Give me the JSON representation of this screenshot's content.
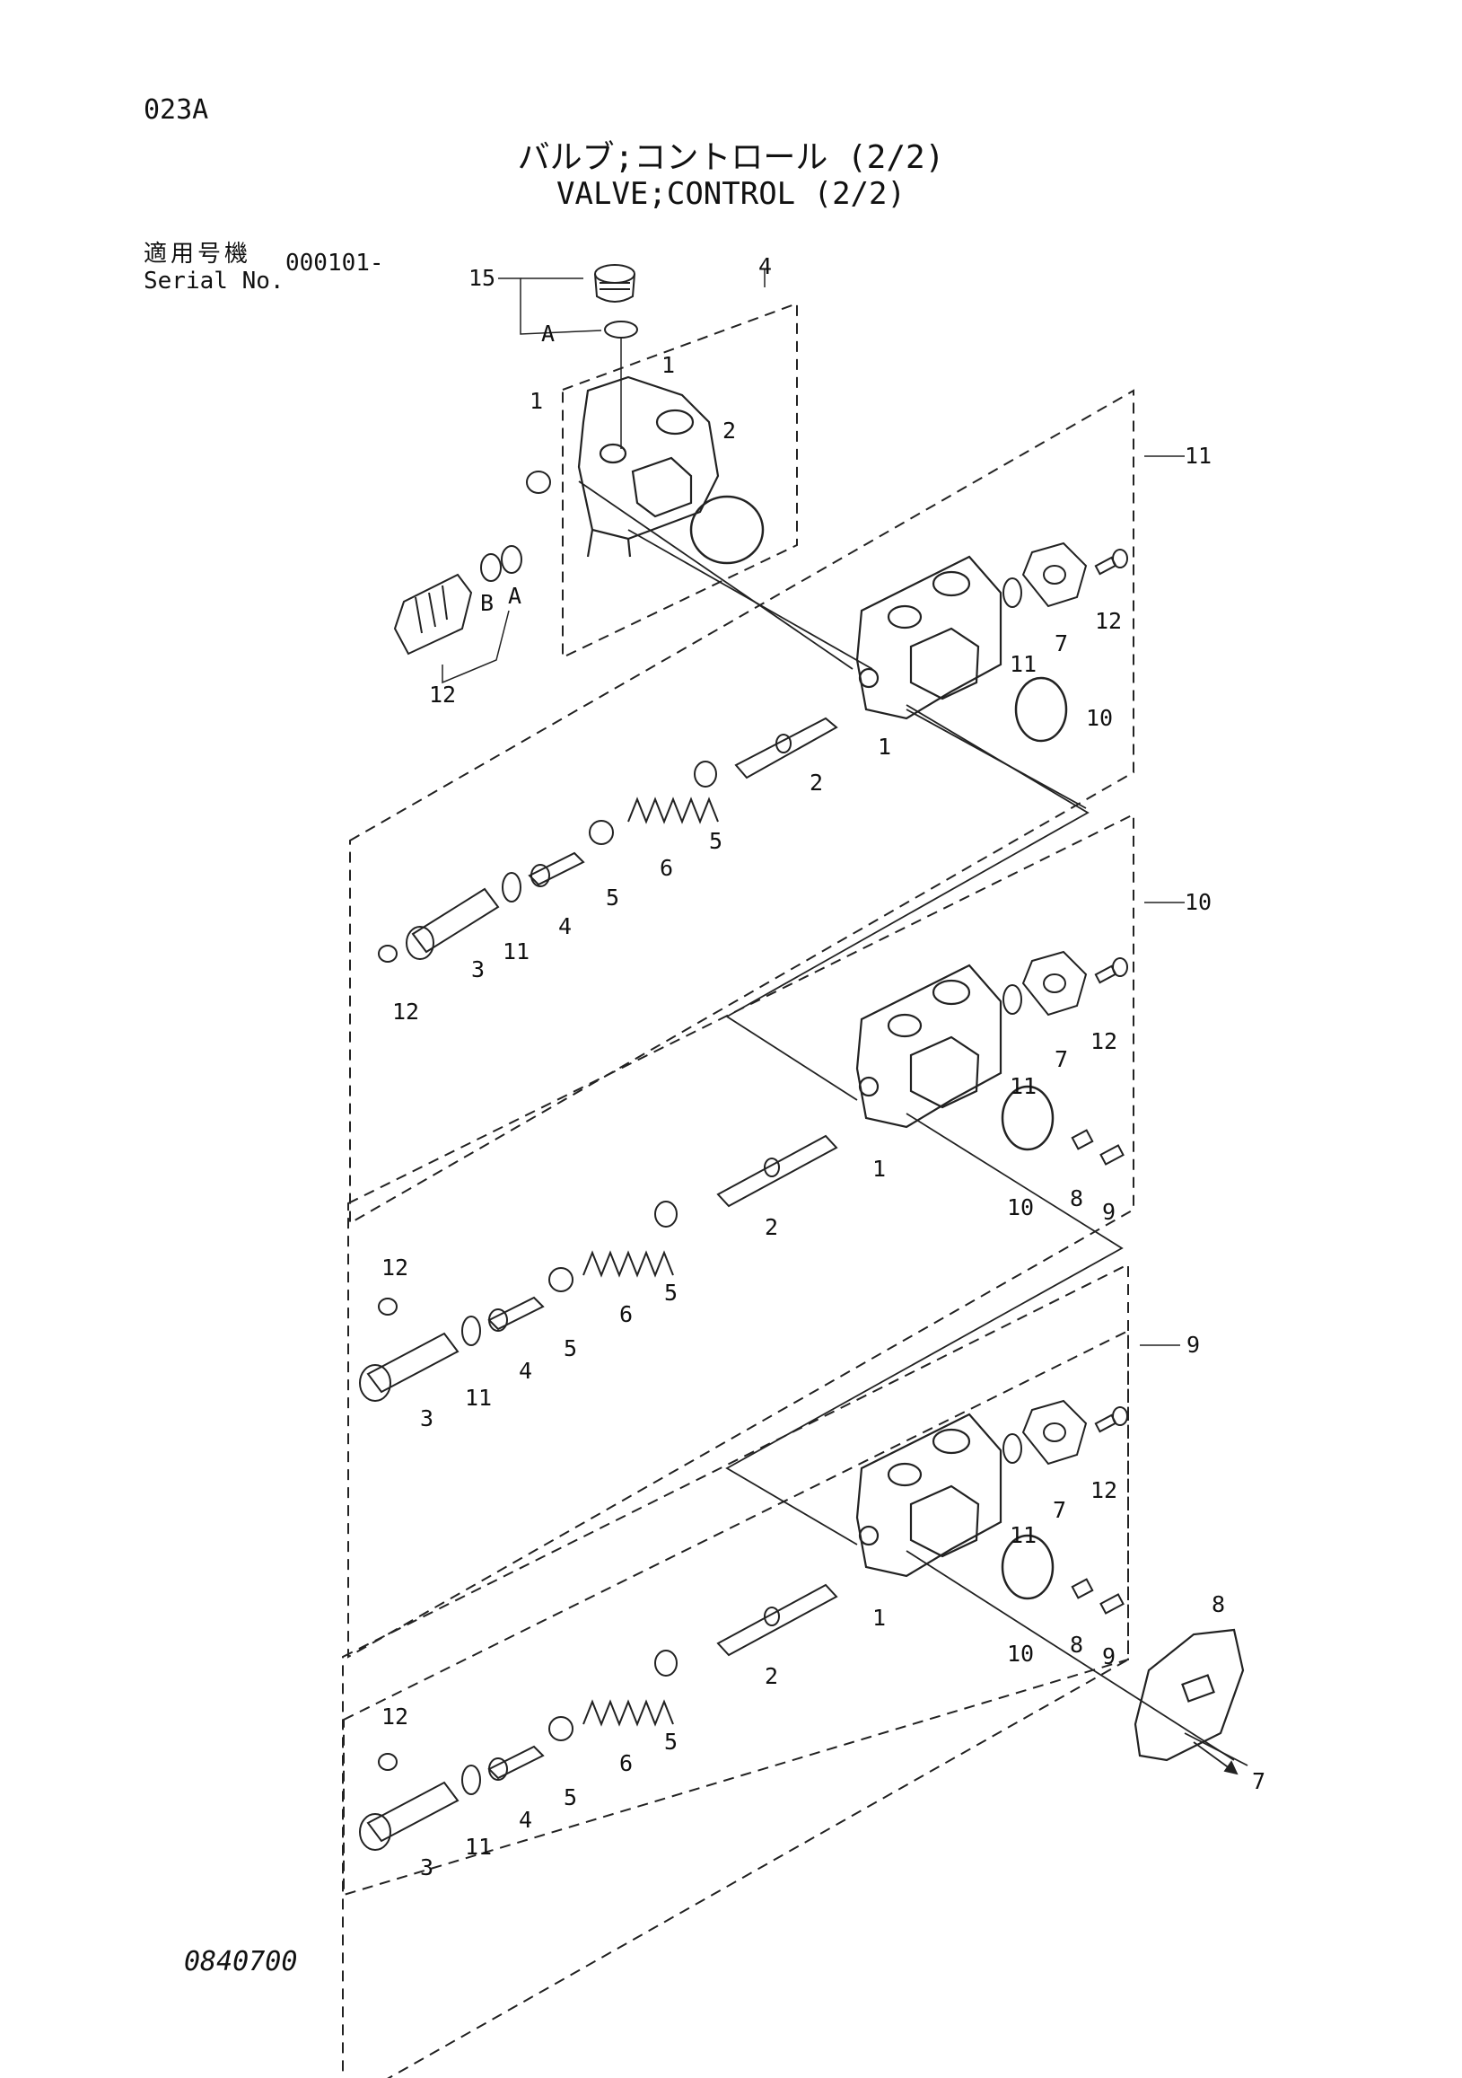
{
  "header": {
    "page_code": "023A",
    "title_jp": "バルブ;コントロール (2/2)",
    "title_en": "VALVE;CONTROL (2/2)"
  },
  "serial": {
    "label_jp": "適用号機",
    "label_en": "Serial No.",
    "value": "000101-"
  },
  "footer": {
    "drawing_no": "0840700"
  },
  "callouts": {
    "c1": "1",
    "c2": "2",
    "c3": "3",
    "c4": "4",
    "c5": "5",
    "c6": "6",
    "c7": "7",
    "c8": "8",
    "c9": "9",
    "c10": "10",
    "c11": "11",
    "c12": "12",
    "c15": "15",
    "cA": "A",
    "cB": "B"
  }
}
